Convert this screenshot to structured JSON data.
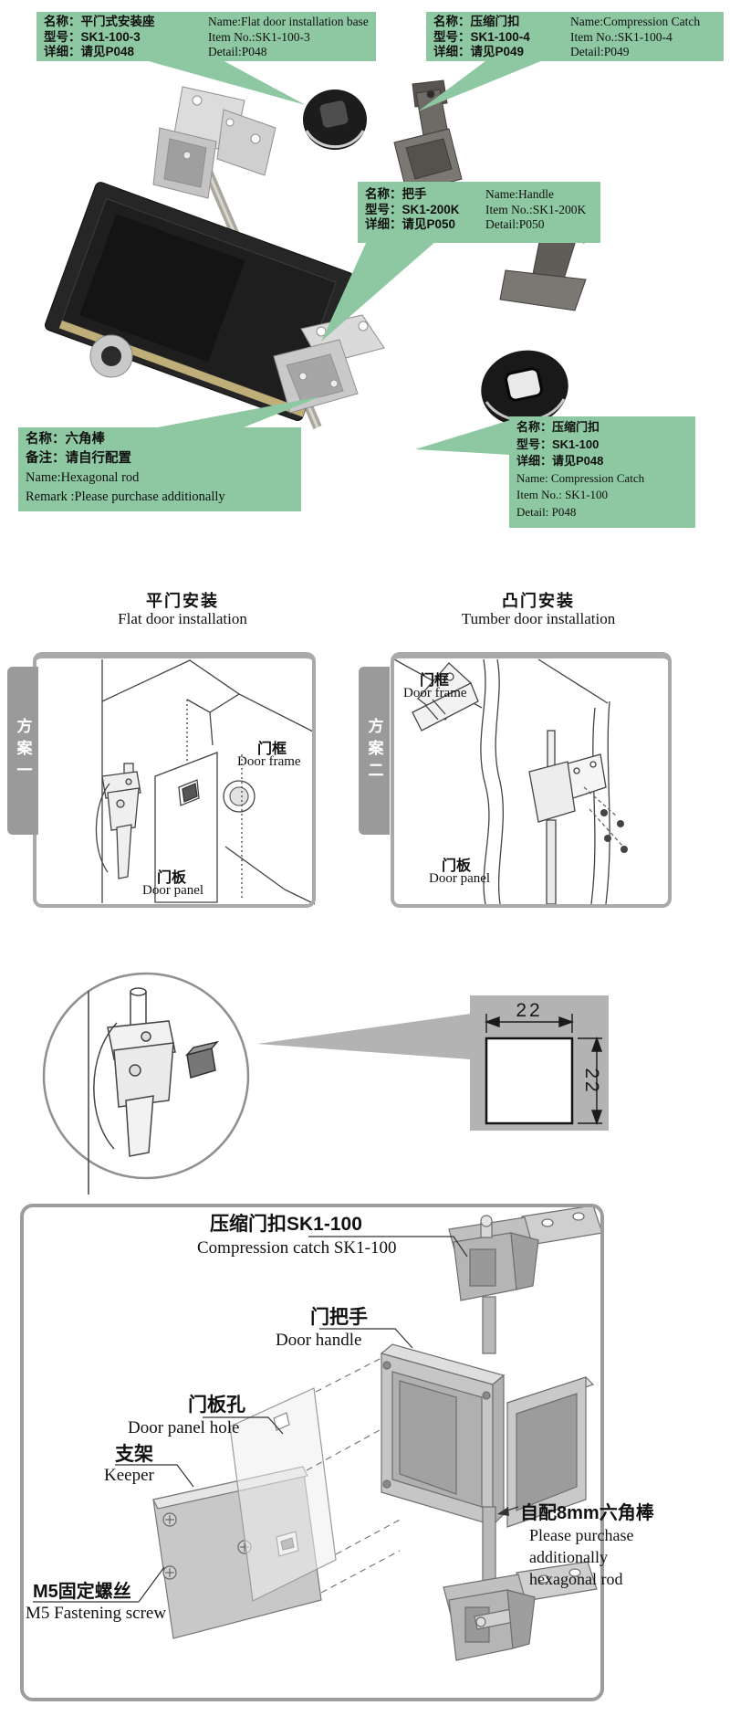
{
  "colors": {
    "callout_green": "#8dc8a2",
    "panel_gray": "#b3b3b3",
    "border_gray": "#9c9c9c",
    "tab_gray": "#9a9a9a"
  },
  "callouts": {
    "flat_base": {
      "name_cn": "名称：平门式安装座",
      "name_en": "Name:Flat door installation base",
      "model_cn": "型号：SK1-100-3",
      "model_en": "Item No.:SK1-100-3",
      "detail_cn": "详细：请见P048",
      "detail_en": "Detail:P048"
    },
    "catch_4": {
      "name_cn": "名称：压缩门扣",
      "name_en": "Name:Compression Catch",
      "model_cn": "型号：SK1-100-4",
      "model_en": "Item No.:SK1-100-4",
      "detail_cn": "详细：请见P049",
      "detail_en": "Detail:P049"
    },
    "handle": {
      "name_cn": "名称：把手",
      "name_en": "Name:Handle",
      "model_cn": "型号：SK1-200K",
      "model_en": "Item No.:SK1-200K",
      "detail_cn": "详细：请见P050",
      "detail_en": "Detail:P050"
    },
    "hex_rod": {
      "name_cn": "名称：六角棒",
      "remark_cn": "备注：请自行配置",
      "name_en": "Name:Hexagonal rod",
      "remark_en": "Remark :Please purchase additionally"
    },
    "catch_100": {
      "name_cn": "名称：压缩门扣",
      "model_cn": "型号：SK1-100",
      "detail_cn": "详细：请见P048",
      "name_en": "Name: Compression Catch",
      "model_en": "Item No.: SK1-100",
      "detail_en": "Detail: P048"
    }
  },
  "installation": {
    "scheme1": {
      "tab": "方案一",
      "title_cn": "平门安装",
      "title_en": "Flat door  installation",
      "door_frame_cn": "门框",
      "door_frame_en": "Door frame",
      "door_panel_cn": "门板",
      "door_panel_en": "Door panel"
    },
    "scheme2": {
      "tab": "方案二",
      "title_cn": "凸门安装",
      "title_en": "Tumber door installation",
      "door_frame_cn": "门框",
      "door_frame_en": "Door frame",
      "door_panel_cn": "门板",
      "door_panel_en": "Door panel"
    }
  },
  "dimension": {
    "width": "22",
    "height": "22"
  },
  "assembly": {
    "comp_catch_cn": "压缩门扣SK1-100",
    "comp_catch_en": "Compression catch SK1-100",
    "door_handle_cn": "门把手",
    "door_handle_en": "Door handle",
    "panel_hole_cn": "门板孔",
    "panel_hole_en": "Door panel hole",
    "keeper_cn": "支架",
    "keeper_en": "Keeper",
    "m5_cn": "M5固定螺丝",
    "m5_en": "M5 Fastening screw",
    "hexrod_cn": "自配8mm六角棒",
    "hexrod_en1": "Please purchase",
    "hexrod_en2": "additionally",
    "hexrod_en3": "hexagonal rod"
  }
}
